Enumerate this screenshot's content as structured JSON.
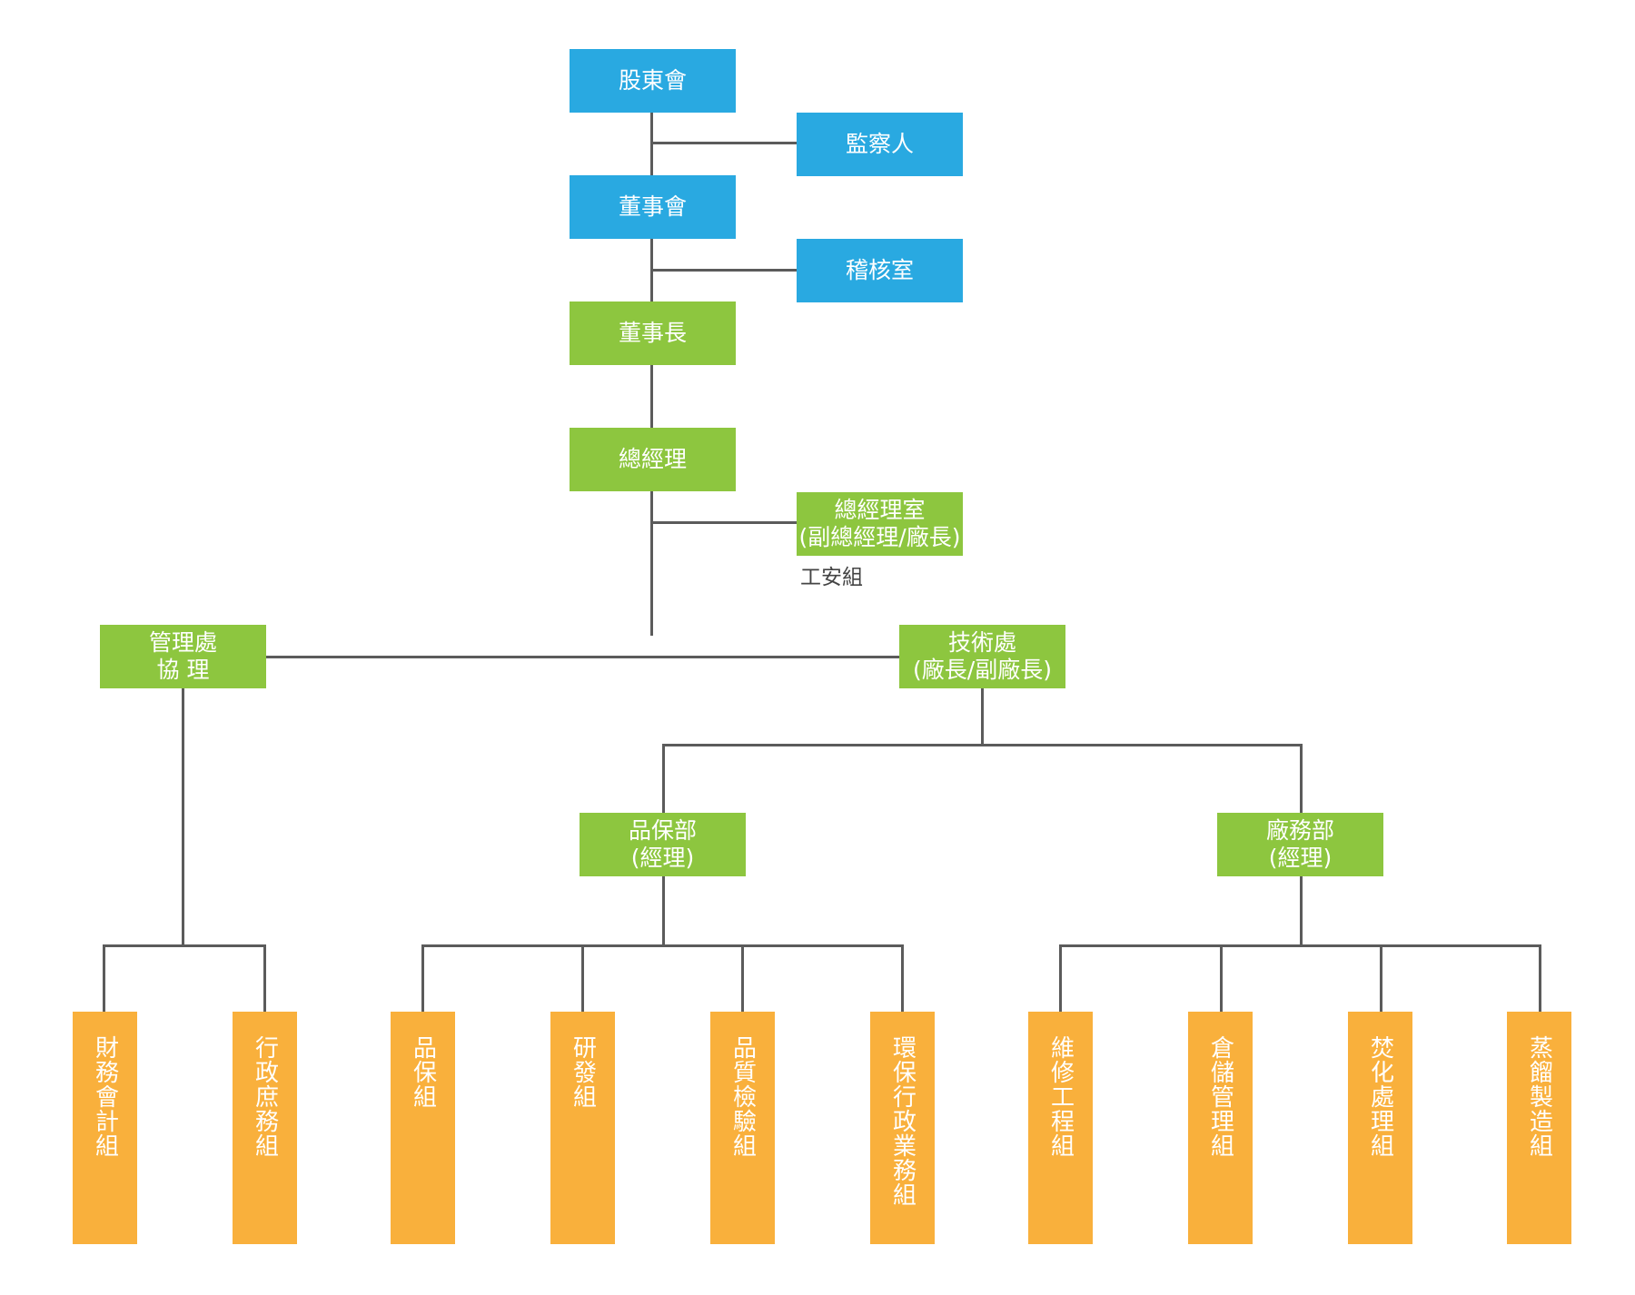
{
  "colors": {
    "blue": "#29a9e1",
    "green": "#8dc63f",
    "orange": "#f9b03c",
    "line": "#5b5b5b"
  },
  "org_chart": {
    "shareholders": "股東會",
    "supervisor": "監察人",
    "board": "董事會",
    "audit_office": "稽核室",
    "chairman": "董事長",
    "general_manager": "總經理",
    "gm_office": "總經理室\n(副總經理/廠長)",
    "safety_group": "工安組",
    "management_division": "管理處\n協 理",
    "technical_division": "技術處\n(廠長/副廠長)",
    "qa_department": "品保部\n(經理)",
    "plant_department": "廠務部\n(經理)",
    "groups": [
      "財務會計組",
      "行政庶務組",
      "品保組",
      "研發組",
      "品質檢驗組",
      "環保行政業務組",
      "維修工程組",
      "倉儲管理組",
      "焚化處理組",
      "蒸餾製造組"
    ]
  }
}
